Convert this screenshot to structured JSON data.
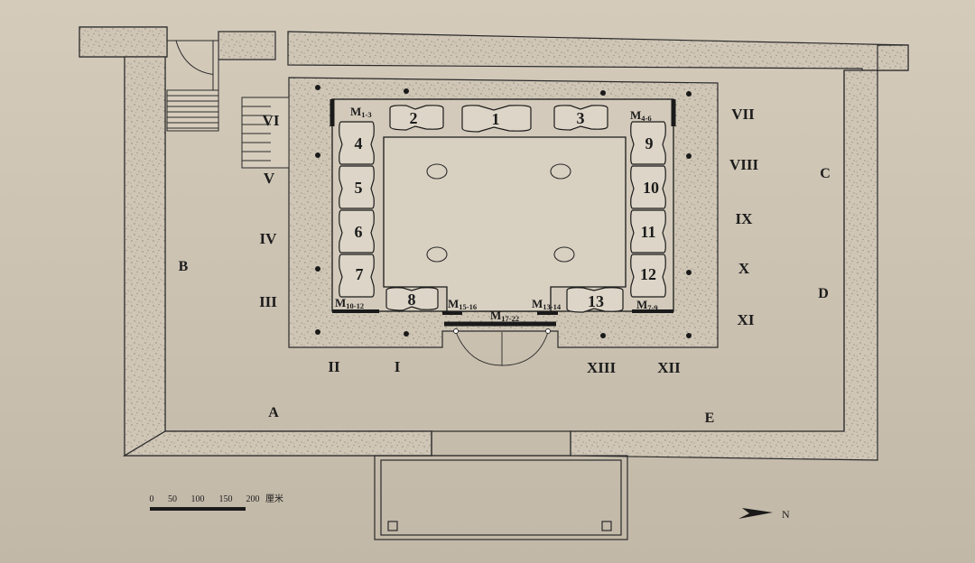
{
  "zones": [
    "A",
    "B",
    "C",
    "D",
    "E"
  ],
  "bays": [
    "I",
    "II",
    "III",
    "IV",
    "V",
    "VI",
    "VII",
    "VIII",
    "IX",
    "X",
    "XI",
    "XII",
    "XIII"
  ],
  "coffins": [
    "1",
    "2",
    "3",
    "4",
    "5",
    "6",
    "7",
    "8",
    "9",
    "10",
    "11",
    "12",
    "13"
  ],
  "m_labels": [
    {
      "main": "M",
      "sub": "1-3"
    },
    {
      "main": "M",
      "sub": "4-6"
    },
    {
      "main": "M",
      "sub": "10-12"
    },
    {
      "main": "M",
      "sub": "15-16"
    },
    {
      "main": "M",
      "sub": "17-22"
    },
    {
      "main": "M",
      "sub": "13-14"
    },
    {
      "main": "M",
      "sub": "7-9"
    }
  ],
  "scale_bar": {
    "ticks": [
      "0",
      "50",
      "100",
      "150",
      "200"
    ],
    "unit": "厘米"
  },
  "north_label": "N"
}
